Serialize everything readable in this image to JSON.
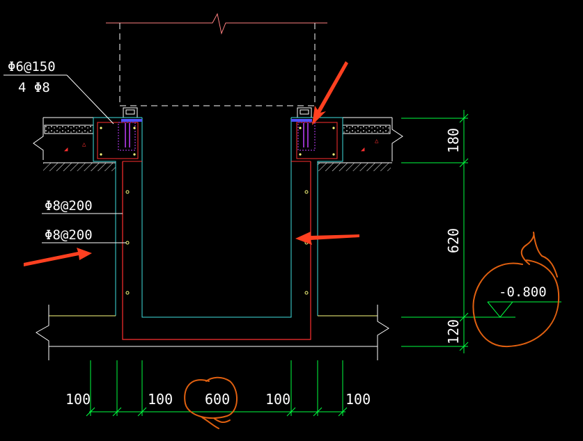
{
  "labels": {
    "stirrup_top": "Φ6@150",
    "bar_top": "4 Φ8",
    "rebar_1": "Φ8@200",
    "rebar_2": "Φ8@200",
    "elevation": "-0.800"
  },
  "dimensions": {
    "vertical": [
      "180",
      "620",
      "120"
    ],
    "horizontal": [
      "100",
      "100",
      "600",
      "100",
      "100"
    ]
  },
  "colors": {
    "background": "#000000",
    "wall_outline": "#ffff80",
    "concrete_inner": "#40e0e0",
    "rebar": "#ff3030",
    "dimension": "#00ff40",
    "annotation": "#ff5020",
    "highlight": "#e06010",
    "leader": "#ffffff",
    "stirrup": "#c040ff"
  }
}
